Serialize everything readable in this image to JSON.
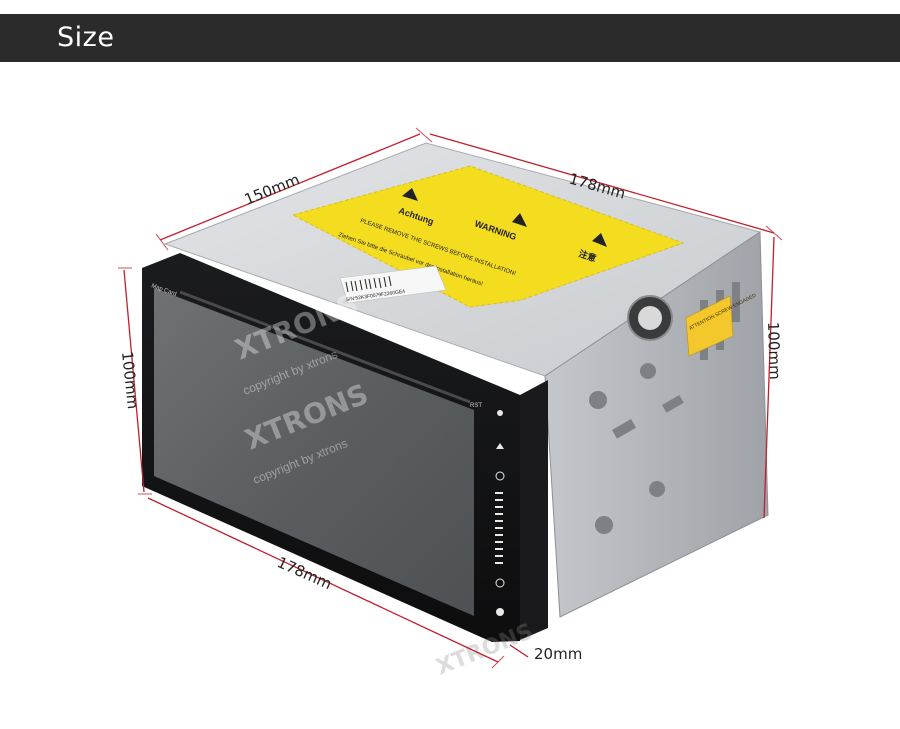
{
  "header": {
    "title": "Size"
  },
  "dimensions": {
    "depth_top": "150mm",
    "width_top": "178mm",
    "height_left": "100mm",
    "height_right": "100mm",
    "width_bottom": "178mm",
    "bezel_depth": "20mm"
  },
  "product": {
    "brand_watermark": "XTRONS",
    "copyright_watermark": "copyright by xtrons",
    "map_card_label": "Map Card",
    "rst_label": "RST",
    "sticker": {
      "left_title": "Achtung",
      "center_title": "WARNING",
      "right_title": "注意",
      "line_en": "PLEASE REMOVE THE SCREWS BEFORE INSTALLATION!",
      "line_de": "Ziehen Sie bitte die Schraubel vor der Installation heraus!",
      "barcode_text": "S/N:52K3F0079F2260GE4"
    },
    "attention_label": "ATTENTION SCREW ENGAGED",
    "accent_colors": {
      "sticker_yellow": "#f4dd1f",
      "dimension_red": "#c0202c",
      "header_bg": "#2b2b2b"
    }
  }
}
